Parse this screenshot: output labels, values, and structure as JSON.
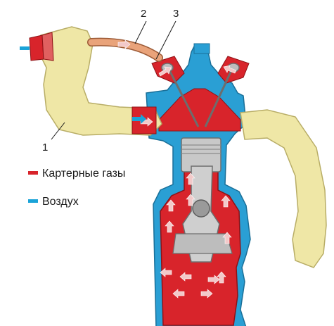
{
  "callouts": {
    "one": "1",
    "two": "2",
    "three": "3"
  },
  "legend": {
    "crankcase_gases": "Картерные газы",
    "air": "Воздух"
  },
  "colors": {
    "crankcase_gas": "#d8242b",
    "air": "#1aa3d8",
    "engine_metal": "#2a9fd4",
    "intake_tube": "#efe7a6",
    "hose": "#e9a37a",
    "piston": "#c8c8c8"
  }
}
